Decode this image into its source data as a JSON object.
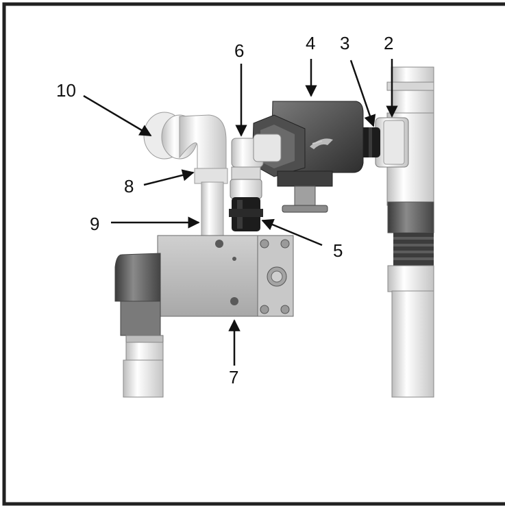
{
  "colors": {
    "border": "#222222",
    "pipe_white": "#f2f2f2",
    "pipe_light": "#d8d8d8",
    "metal_mid": "#a9a9a9",
    "metal_dark": "#5a5a5a",
    "black_part": "#1c1c1c",
    "manifold": "#b7b7b7",
    "actuator": "#4a4a4a"
  },
  "callouts": [
    {
      "id": "1",
      "label": "10",
      "part": "elbow-fitting-top"
    },
    {
      "id": "2",
      "label": "8",
      "part": "elbow-fitting-lower"
    },
    {
      "id": "3",
      "label": "9",
      "part": "vertical-pipe-stub"
    },
    {
      "id": "4",
      "label": "6",
      "part": "small-elbow-connector"
    },
    {
      "id": "5",
      "label": "4",
      "part": "valve-actuator-head"
    },
    {
      "id": "6",
      "label": "3",
      "part": "black-nipple"
    },
    {
      "id": "7",
      "label": "2",
      "part": "union-nut"
    },
    {
      "id": "8",
      "label": "5",
      "part": "black-coupling"
    },
    {
      "id": "9",
      "label": "7",
      "part": "manifold-block"
    }
  ]
}
